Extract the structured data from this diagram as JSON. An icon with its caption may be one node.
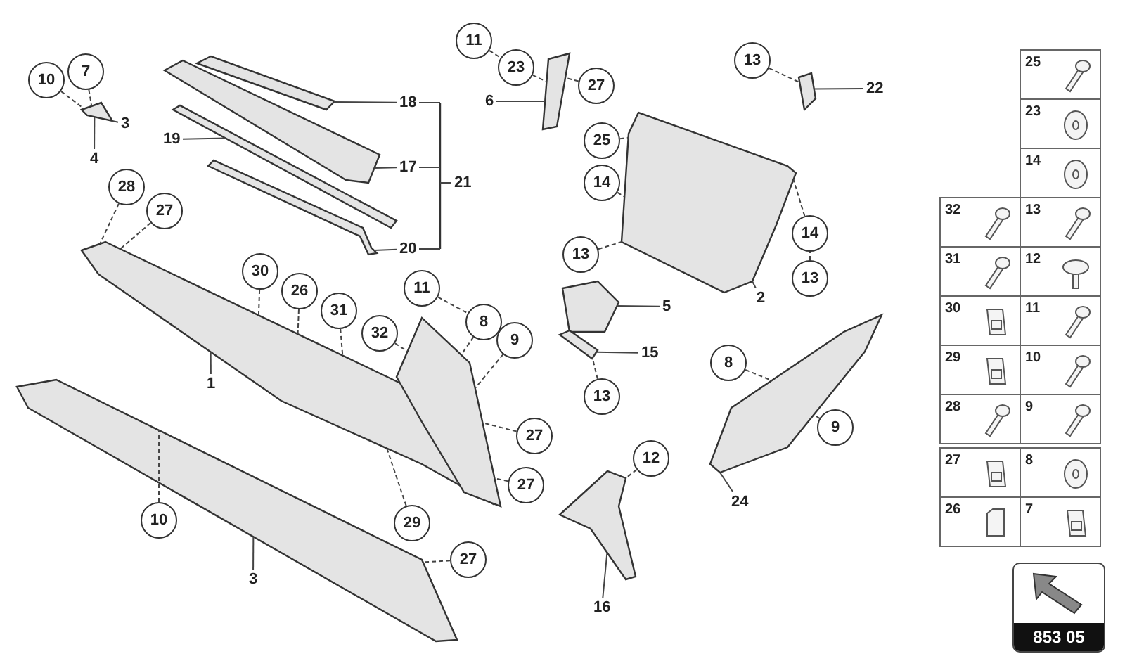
{
  "diagram": {
    "nodes": [
      {
        "text": [
          "10"
        ]
      },
      {
        "text": [
          "7"
        ]
      },
      {
        "text": [
          "28"
        ]
      },
      {
        "text": [
          "27"
        ]
      },
      {
        "text": [
          "30"
        ]
      },
      {
        "text": [
          "26"
        ]
      },
      {
        "text": [
          "31"
        ]
      },
      {
        "text": [
          "32"
        ]
      },
      {
        "text": [
          "11"
        ]
      },
      {
        "text": [
          "8"
        ]
      },
      {
        "text": [
          "9"
        ]
      },
      {
        "text": [
          "11"
        ]
      },
      {
        "text": [
          "23"
        ]
      },
      {
        "text": [
          "27"
        ]
      },
      {
        "text": [
          "25"
        ]
      },
      {
        "text": [
          "14"
        ]
      },
      {
        "text": [
          "13"
        ]
      },
      {
        "text": [
          "13"
        ]
      },
      {
        "text": [
          "14"
        ]
      },
      {
        "text": [
          "13"
        ]
      },
      {
        "text": [
          "13"
        ]
      },
      {
        "text": [
          "8"
        ]
      },
      {
        "text": [
          "9"
        ]
      },
      {
        "text": [
          "12"
        ]
      },
      {
        "text": [
          "27"
        ]
      },
      {
        "text": [
          "27"
        ]
      },
      {
        "text": [
          "27"
        ]
      },
      {
        "text": [
          "29"
        ]
      },
      {
        "text": [
          "10"
        ]
      },
      {
        "text": [
          "4"
        ]
      },
      {
        "text": [
          "3"
        ]
      },
      {
        "text": [
          "19"
        ]
      },
      {
        "text": [
          "18"
        ]
      },
      {
        "text": [
          "17"
        ]
      },
      {
        "text": [
          "20"
        ]
      },
      {
        "text": [
          "21"
        ]
      },
      {
        "text": [
          "6"
        ]
      },
      {
        "text": [
          "22"
        ]
      },
      {
        "text": [
          "2"
        ]
      },
      {
        "text": [
          "5"
        ]
      },
      {
        "text": [
          "15"
        ]
      },
      {
        "text": [
          "1"
        ]
      },
      {
        "text": [
          "3"
        ]
      },
      {
        "text": [
          "16"
        ]
      },
      {
        "text": [
          "24"
        ]
      },
      {
        "text": [],
        "shape": "picture"
      },
      {
        "text": [],
        "shape": "picture"
      },
      {
        "text": [],
        "shape": "picture"
      },
      {
        "text": [],
        "shape": "picture"
      },
      {
        "text": [],
        "shape": "picture"
      },
      {
        "text": [],
        "shape": "picture"
      },
      {
        "text": [],
        "shape": "picture"
      },
      {
        "text": [],
        "shape": "picture"
      },
      {
        "text": [],
        "shape": "picture"
      },
      {
        "text": [],
        "shape": "picture"
      },
      {
        "text": [],
        "shape": "picture"
      },
      {
        "text": [],
        "shape": "picture"
      },
      {
        "text": [],
        "shape": "picture"
      },
      {
        "text": [],
        "shape": "picture"
      },
      {
        "text": [],
        "shape": "picture"
      },
      {
        "text": [],
        "shape": "bracket"
      }
    ],
    "edges": [
      {
        "from": 0,
        "to": 59,
        "arrow": "none",
        "style": "dashed"
      },
      {
        "from": 1,
        "to": 59,
        "arrow": "none",
        "style": "dashed"
      },
      {
        "from": 2,
        "to": 49,
        "arrow": "none",
        "style": "dashed"
      },
      {
        "from": 3,
        "to": 49,
        "arrow": "none",
        "style": "dashed"
      },
      {
        "from": 4,
        "to": 49,
        "arrow": "none",
        "style": "dashed"
      },
      {
        "from": 5,
        "to": 49,
        "arrow": "none",
        "style": "dashed"
      },
      {
        "from": 6,
        "to": 49,
        "arrow": "none",
        "style": "dashed"
      },
      {
        "from": 7,
        "to": 50,
        "arrow": "none",
        "style": "dashed"
      },
      {
        "from": 8,
        "to": 9,
        "arrow": "none",
        "style": "dashed"
      },
      {
        "from": 9,
        "to": 50,
        "arrow": "none",
        "style": "dashed"
      },
      {
        "from": 10,
        "to": 50,
        "arrow": "none",
        "style": "dashed"
      },
      {
        "from": 11,
        "to": 12,
        "arrow": "none",
        "style": "dashed"
      },
      {
        "from": 12,
        "to": 57,
        "arrow": "none",
        "style": "dashed"
      },
      {
        "from": 13,
        "to": 57,
        "arrow": "none",
        "style": "dashed"
      },
      {
        "from": 14,
        "to": 52,
        "arrow": "none",
        "style": "dashed"
      },
      {
        "from": 15,
        "to": 52,
        "arrow": "none",
        "style": "dashed"
      },
      {
        "from": 16,
        "to": 52,
        "arrow": "none",
        "style": "dashed"
      },
      {
        "from": 17,
        "to": 58,
        "arrow": "none",
        "style": "dashed"
      },
      {
        "from": 18,
        "to": 52,
        "arrow": "none",
        "style": "dashed"
      },
      {
        "from": 19,
        "to": 18,
        "arrow": "none",
        "style": "dashed"
      },
      {
        "from": 20,
        "to": 54,
        "arrow": "none",
        "style": "dashed"
      },
      {
        "from": 21,
        "to": 55,
        "arrow": "none",
        "style": "dashed"
      },
      {
        "from": 22,
        "to": 55,
        "arrow": "none",
        "style": "dashed"
      },
      {
        "from": 23,
        "to": 56,
        "arrow": "none",
        "style": "dashed"
      },
      {
        "from": 24,
        "to": 50,
        "arrow": "none",
        "style": "dashed"
      },
      {
        "from": 25,
        "to": 50,
        "arrow": "none",
        "style": "dashed"
      },
      {
        "from": 26,
        "to": 51,
        "arrow": "none",
        "style": "dashed"
      },
      {
        "from": 27,
        "to": 49,
        "arrow": "none",
        "style": "dashed"
      },
      {
        "from": 28,
        "to": 51,
        "arrow": "none",
        "style": "dashed"
      },
      {
        "from": 29,
        "to": 59,
        "arrow": "none"
      },
      {
        "from": 30,
        "to": 59,
        "arrow": "none"
      },
      {
        "from": 31,
        "to": 47,
        "arrow": "none"
      },
      {
        "from": 32,
        "to": 45,
        "arrow": "none"
      },
      {
        "from": 33,
        "to": 46,
        "arrow": "none"
      },
      {
        "from": 34,
        "to": 48,
        "arrow": "none"
      },
      {
        "from": 35,
        "to": 60,
        "arrow": "none"
      },
      {
        "from": 36,
        "to": 57,
        "arrow": "none"
      },
      {
        "from": 37,
        "to": 58,
        "arrow": "none"
      },
      {
        "from": 38,
        "to": 52,
        "arrow": "none"
      },
      {
        "from": 39,
        "to": 53,
        "arrow": "none"
      },
      {
        "from": 40,
        "to": 54,
        "arrow": "none"
      },
      {
        "from": 41,
        "to": 49,
        "arrow": "none"
      },
      {
        "from": 42,
        "to": 51,
        "arrow": "none"
      },
      {
        "from": 43,
        "to": 56,
        "arrow": "none"
      },
      {
        "from": 44,
        "to": 55,
        "arrow": "none"
      },
      {
        "from": 32,
        "to": 60,
        "arrow": "none"
      },
      {
        "from": 33,
        "to": 60,
        "arrow": "none"
      },
      {
        "from": 34,
        "to": 60,
        "arrow": "none"
      }
    ],
    "labels": [
      "25",
      "23",
      "14",
      "32",
      "13",
      "31",
      "12",
      "30",
      "11",
      "29",
      "10",
      "28",
      "9",
      "27",
      "8",
      "26",
      "7",
      "853 05"
    ]
  }
}
